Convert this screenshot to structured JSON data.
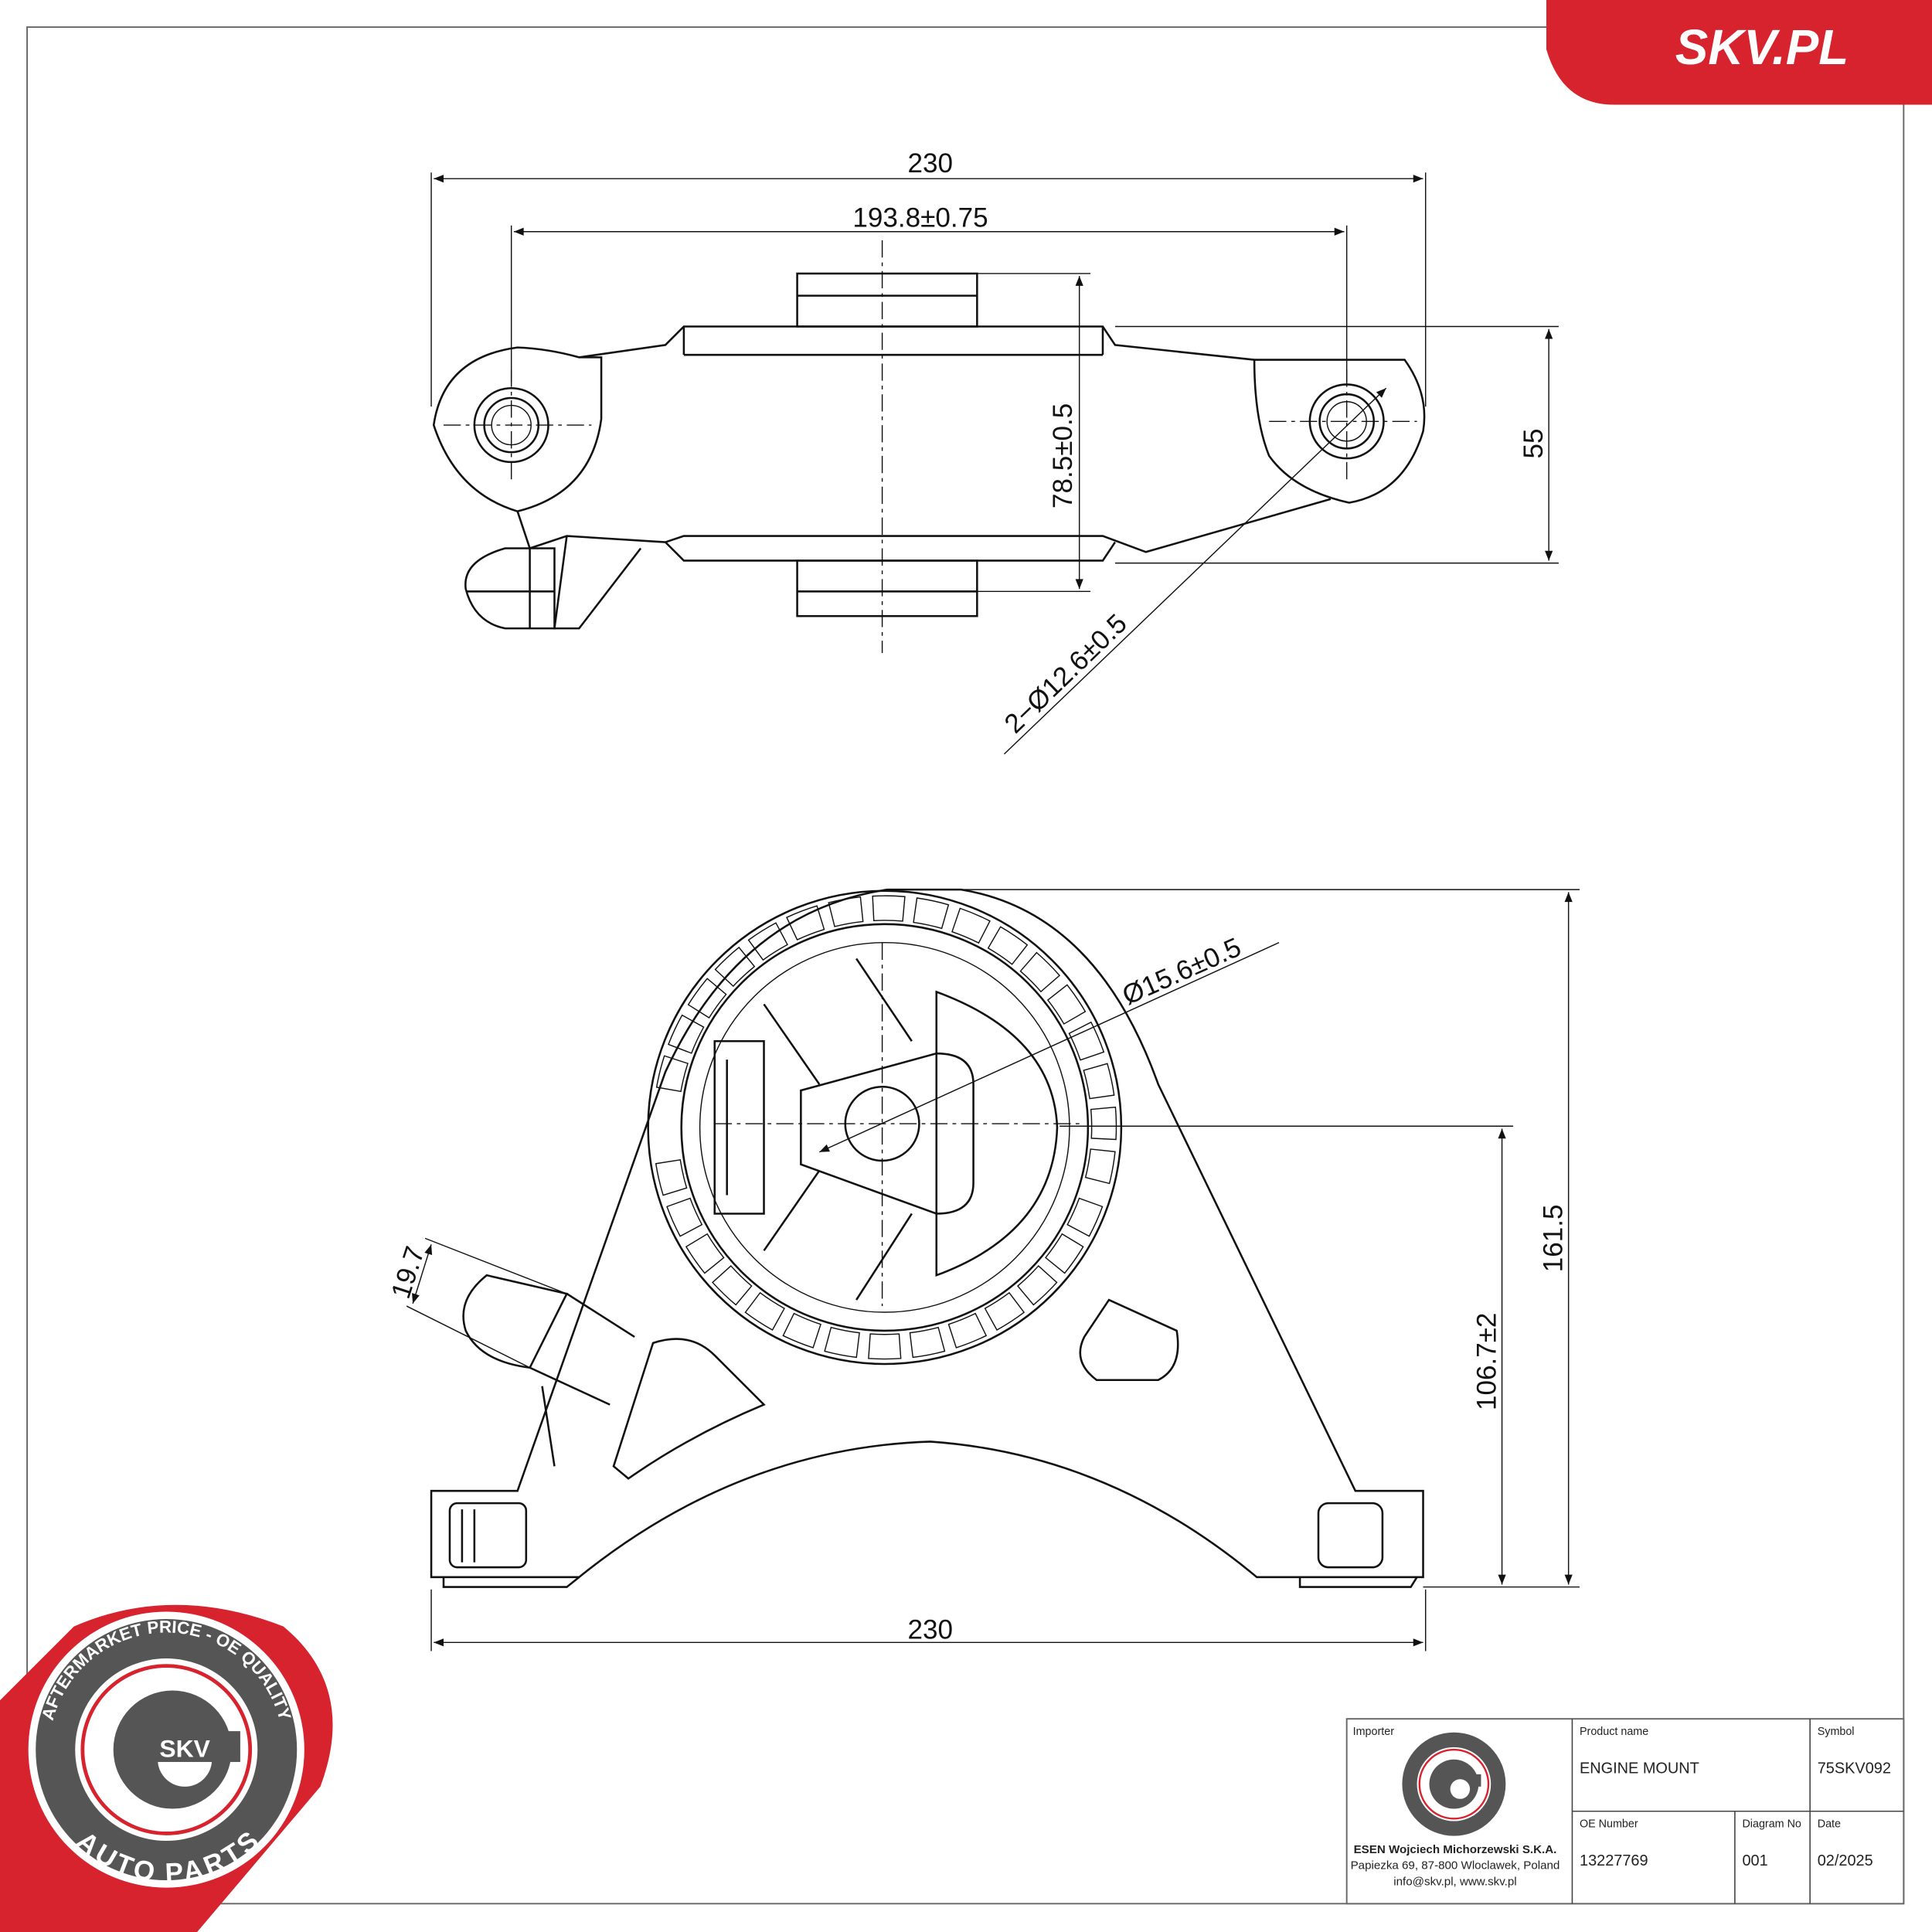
{
  "brand": {
    "site_logo": "SKV.PL",
    "accent_color": "#d7232e",
    "seal_gray": "#555555",
    "seal_top_text": "AFTERMARKET PRICE - OE QUALITY",
    "seal_bottom_text": "AUTO PARTS",
    "seal_center": "SKV"
  },
  "dimensions": {
    "top_view": {
      "overall_length": "230",
      "hole_spacing": "193.8±0.75",
      "height": "78.5±0.5",
      "offset": "55",
      "hole_diameter": "2−Ø12.6±0.5"
    },
    "front_view": {
      "bore_diameter": "Ø15.6±0.5",
      "overall_height": "161.5",
      "center_height": "106.7±2",
      "base_width": "230",
      "pin_length": "19.7"
    }
  },
  "title_block": {
    "importer_label": "Importer",
    "importer_name": "ESEN Wojciech Michorzewski S.K.A.",
    "importer_address": "Papiezka 69, 87-800 Wloclawek, Poland",
    "importer_contact": "info@skv.pl, www.skv.pl",
    "product_name_label": "Product name",
    "product_name": "ENGINE MOUNT",
    "symbol_label": "Symbol",
    "symbol": "75SKV092",
    "oe_number_label": "OE Number",
    "oe_number": "13227769",
    "diagram_no_label": "Diagram No",
    "diagram_no": "001",
    "date_label": "Date",
    "date": "02/2025"
  }
}
